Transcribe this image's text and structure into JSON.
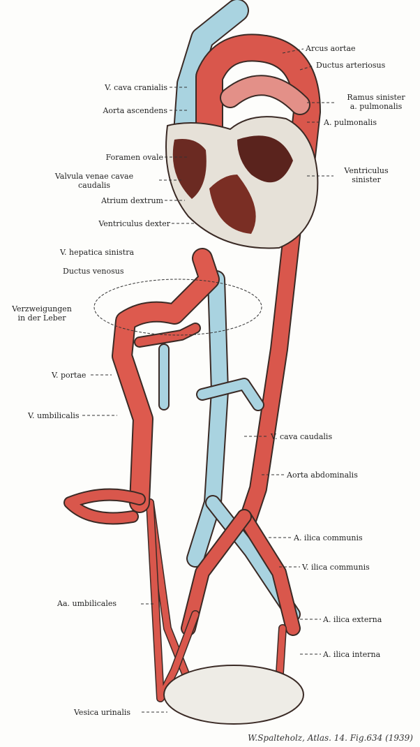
{
  "labels": {
    "arcus_aortae": "Arcus aortae",
    "ductus_arteriosus": "Ductus arteriosus",
    "ramus_sinister_1": "Ramus sinister",
    "ramus_sinister_2": "a. pulmonalis",
    "a_pulmonalis": "A. pulmonalis",
    "ventriculus_sinister_1": "Ventriculus",
    "ventriculus_sinister_2": "sinister",
    "v_cava_cranialis": "V. cava cranialis",
    "aorta_ascendens": "Aorta ascendens",
    "foramen_ovale": "Foramen ovale",
    "valvula_1": "Valvula venae cavae",
    "valvula_2": "caudalis",
    "atrium_dextrum": "Atrium dextrum",
    "ventriculus_dexter": "Ventriculus dexter",
    "v_hepatica_sinistra": "V. hepatica sinistra",
    "ductus_venosus": "Ductus venosus",
    "verzweigungen_1": "Verzweigungen",
    "verzweigungen_2": "in der Leber",
    "v_portae": "V. portae",
    "v_umbilicalis": "V. umbilicalis",
    "v_cava_caudalis": "V. cava caudalis",
    "aorta_abdominalis": "Aorta abdominalis",
    "a_ilica_communis": "A. ilica communis",
    "v_ilica_communis": "V. ilica communis",
    "aa_umbilicales": "Aa. umbilicales",
    "a_ilica_externa": "A. ilica externa",
    "a_ilica_interna": "A. ilica interna",
    "vesica_urinalis": "Vesica urinalis"
  },
  "caption": "W.Spalteholz, Atlas. 14. Fig.634 (1939)",
  "colors": {
    "artery": "#d9534a",
    "vein": "#a9d3e0",
    "heart": "#e8e4dc",
    "chamber": "#6b2a22",
    "outline": "#3a2a25"
  }
}
